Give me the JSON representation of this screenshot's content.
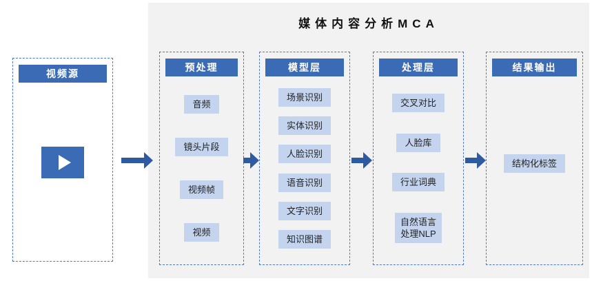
{
  "title": "媒体内容分析MCA",
  "colors": {
    "header_bg": "#3b6bb5",
    "item_bg": "#c4d4ee",
    "arrow": "#2e5aa0",
    "border": "#4a79c9",
    "panel_bg": "#f2f2f2",
    "title_color": "#111111"
  },
  "columns": [
    {
      "header": "视频源",
      "items": []
    },
    {
      "header": "预处理",
      "items": [
        "音频",
        "镜头片段",
        "视频帧",
        "视频"
      ]
    },
    {
      "header": "模型层",
      "items": [
        "场景识别",
        "实体识别",
        "人脸识别",
        "语音识别",
        "文字识别",
        "知识图谱"
      ]
    },
    {
      "header": "处理层",
      "items": [
        "交叉对比",
        "人脸库",
        "行业词典",
        "自然语言处理NLP"
      ]
    },
    {
      "header": "结果输出",
      "items": [
        "结构化标签"
      ]
    }
  ]
}
